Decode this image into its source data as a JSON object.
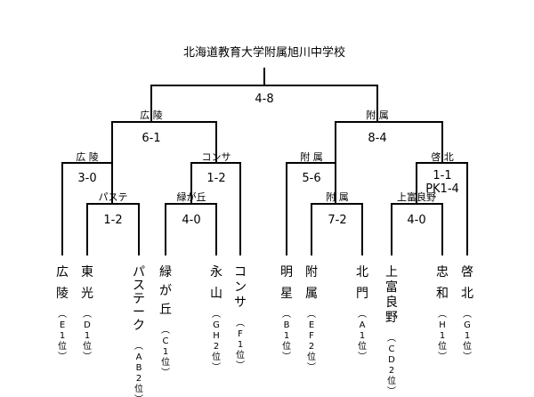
{
  "title": "北海道教育大学附属旭川中学校",
  "matches": {
    "final": {
      "score": "4-8"
    },
    "semi_left": {
      "winner": "広 陵",
      "score": "6-1"
    },
    "semi_right": {
      "winner": "附 属",
      "score": "8-4"
    },
    "qf1": {
      "winner": "広 陵",
      "score": "3-0"
    },
    "qf2": {
      "winner": "コンサ",
      "score": "1-2"
    },
    "qf3": {
      "winner": "附 属",
      "score": "5-6"
    },
    "qf4": {
      "winner": "啓 北",
      "score": "1-1",
      "score2": "PK1-4"
    },
    "r1_left": {
      "winner": "パステ",
      "score": "1-2"
    },
    "r1_mid": {
      "winner": "緑が丘",
      "score": "4-0"
    },
    "r1_right_a": {
      "winner": "附 属",
      "score": "7-2"
    },
    "r1_right_b": {
      "winner": "上富良野",
      "score": "4-0"
    }
  },
  "teams": [
    {
      "name": "広陵",
      "rank": "（E1位）"
    },
    {
      "name": "東光",
      "rank": "（D1位）"
    },
    {
      "name": "パステーク",
      "rank": "（AB2位）"
    },
    {
      "name": "緑が丘",
      "rank": "（C1位）"
    },
    {
      "name": "永山",
      "rank": "（GH2位）"
    },
    {
      "name": "コンサ",
      "rank": "（F1位）"
    },
    {
      "name": "明星",
      "rank": "（B1位）"
    },
    {
      "name": "附属",
      "rank": "（EF2位）"
    },
    {
      "name": "北門",
      "rank": "（A1位）"
    },
    {
      "name": "上富良野",
      "rank": "（CD2位）"
    },
    {
      "name": "忠和",
      "rank": "（H1位）"
    },
    {
      "name": "啓北",
      "rank": "（G1位）"
    }
  ]
}
